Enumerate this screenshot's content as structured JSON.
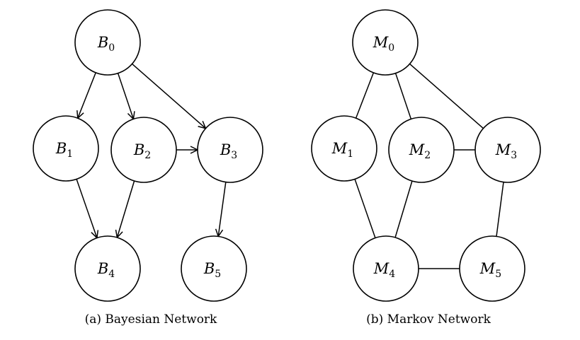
{
  "panels": [
    {
      "id": "bayesian",
      "caption": "(a) Bayesian Network",
      "directed": true,
      "nodes": [
        {
          "id": "B0",
          "letter": "B",
          "sub": "0"
        },
        {
          "id": "B1",
          "letter": "B",
          "sub": "1"
        },
        {
          "id": "B2",
          "letter": "B",
          "sub": "2"
        },
        {
          "id": "B3",
          "letter": "B",
          "sub": "3"
        },
        {
          "id": "B4",
          "letter": "B",
          "sub": "4"
        },
        {
          "id": "B5",
          "letter": "B",
          "sub": "5"
        }
      ],
      "edges": [
        {
          "from": "B0",
          "to": "B1"
        },
        {
          "from": "B0",
          "to": "B2"
        },
        {
          "from": "B0",
          "to": "B3"
        },
        {
          "from": "B2",
          "to": "B3"
        },
        {
          "from": "B1",
          "to": "B4"
        },
        {
          "from": "B2",
          "to": "B4"
        },
        {
          "from": "B3",
          "to": "B5"
        }
      ]
    },
    {
      "id": "markov",
      "caption": "(b) Markov Network",
      "directed": false,
      "nodes": [
        {
          "id": "M0",
          "letter": "M",
          "sub": "0"
        },
        {
          "id": "M1",
          "letter": "M",
          "sub": "1"
        },
        {
          "id": "M2",
          "letter": "M",
          "sub": "2"
        },
        {
          "id": "M3",
          "letter": "M",
          "sub": "3"
        },
        {
          "id": "M4",
          "letter": "M",
          "sub": "4"
        },
        {
          "id": "M5",
          "letter": "M",
          "sub": "5"
        }
      ],
      "edges": [
        {
          "from": "M0",
          "to": "M1"
        },
        {
          "from": "M0",
          "to": "M2"
        },
        {
          "from": "M0",
          "to": "M3"
        },
        {
          "from": "M2",
          "to": "M3"
        },
        {
          "from": "M1",
          "to": "M4"
        },
        {
          "from": "M2",
          "to": "M4"
        },
        {
          "from": "M3",
          "to": "M5"
        },
        {
          "from": "M4",
          "to": "M5"
        }
      ]
    }
  ]
}
